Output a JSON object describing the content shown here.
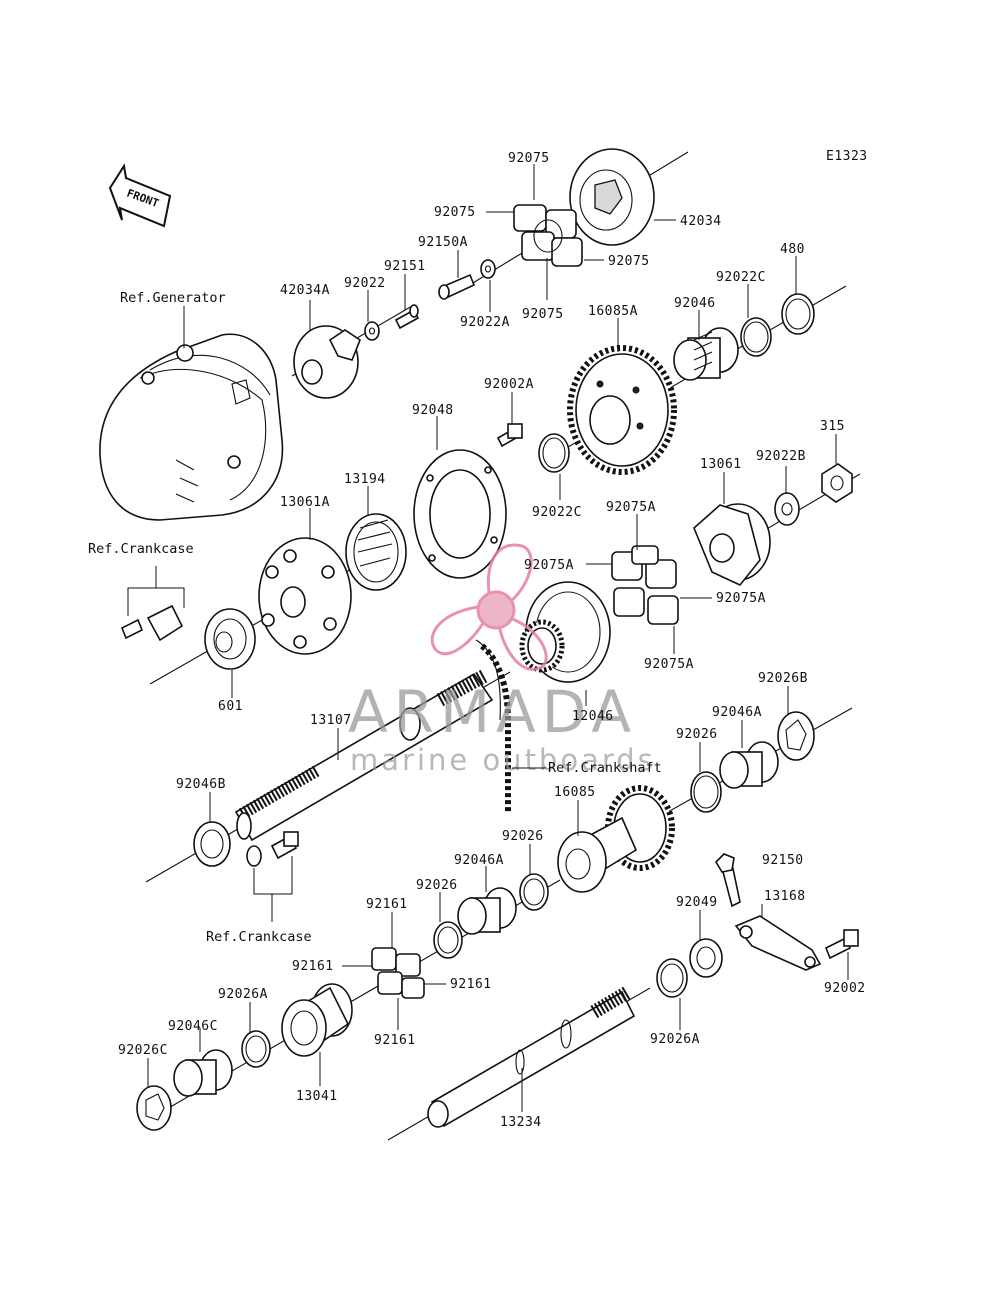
{
  "diagram_code": "E1323",
  "front_arrow_label": "FRONT",
  "refs": {
    "generator": "Ref.Generator",
    "crankcase_top": "Ref.Crankcase",
    "crankcase_bottom": "Ref.Crankcase",
    "crankshaft": "Ref.Crankshaft"
  },
  "watermark": {
    "brand": "ARMADA",
    "tagline": "marine outboards",
    "accent_color": "#e37fa3",
    "text_color": "#9a9a9a"
  },
  "part_labels": {
    "p92075_top": "92075",
    "p92075_left": "92075",
    "p92075_right": "92075",
    "p92075_bottom": "92075",
    "p42034": "42034",
    "p92150A": "92150A",
    "p92022A": "92022A",
    "p92151": "92151",
    "p92022": "92022",
    "p42034A": "42034A",
    "p480": "480",
    "p92022C_top": "92022C",
    "p92046_top": "92046",
    "p16085A": "16085A",
    "p92002A": "92002A",
    "p92048": "92048",
    "p92022C_mid": "92022C",
    "p315": "315",
    "p92022B": "92022B",
    "p13061": "13061",
    "p13194": "13194",
    "p13061A": "13061A",
    "p92075A_top": "92075A",
    "p92075A_left": "92075A",
    "p92075A_right": "92075A",
    "p92075A_bottom": "92075A",
    "p601": "601",
    "p12046": "12046",
    "p13107": "13107",
    "p92026B": "92026B",
    "p92046A_right": "92046A",
    "p92026_right": "92026",
    "p92046B": "92046B",
    "p16085": "16085",
    "p92026_mid": "92026",
    "p92046A_mid": "92046A",
    "p92026_left": "92026",
    "p92150": "92150",
    "p92049": "92049",
    "p13168": "13168",
    "p92161_top": "92161",
    "p92161_left": "92161",
    "p92161_right": "92161",
    "p92161_bottom": "92161",
    "p92002": "92002",
    "p92026A_left": "92026A",
    "p92046C": "92046C",
    "p92026C": "92026C",
    "p13041": "13041",
    "p92026A_right": "92026A",
    "p13234": "13234"
  }
}
